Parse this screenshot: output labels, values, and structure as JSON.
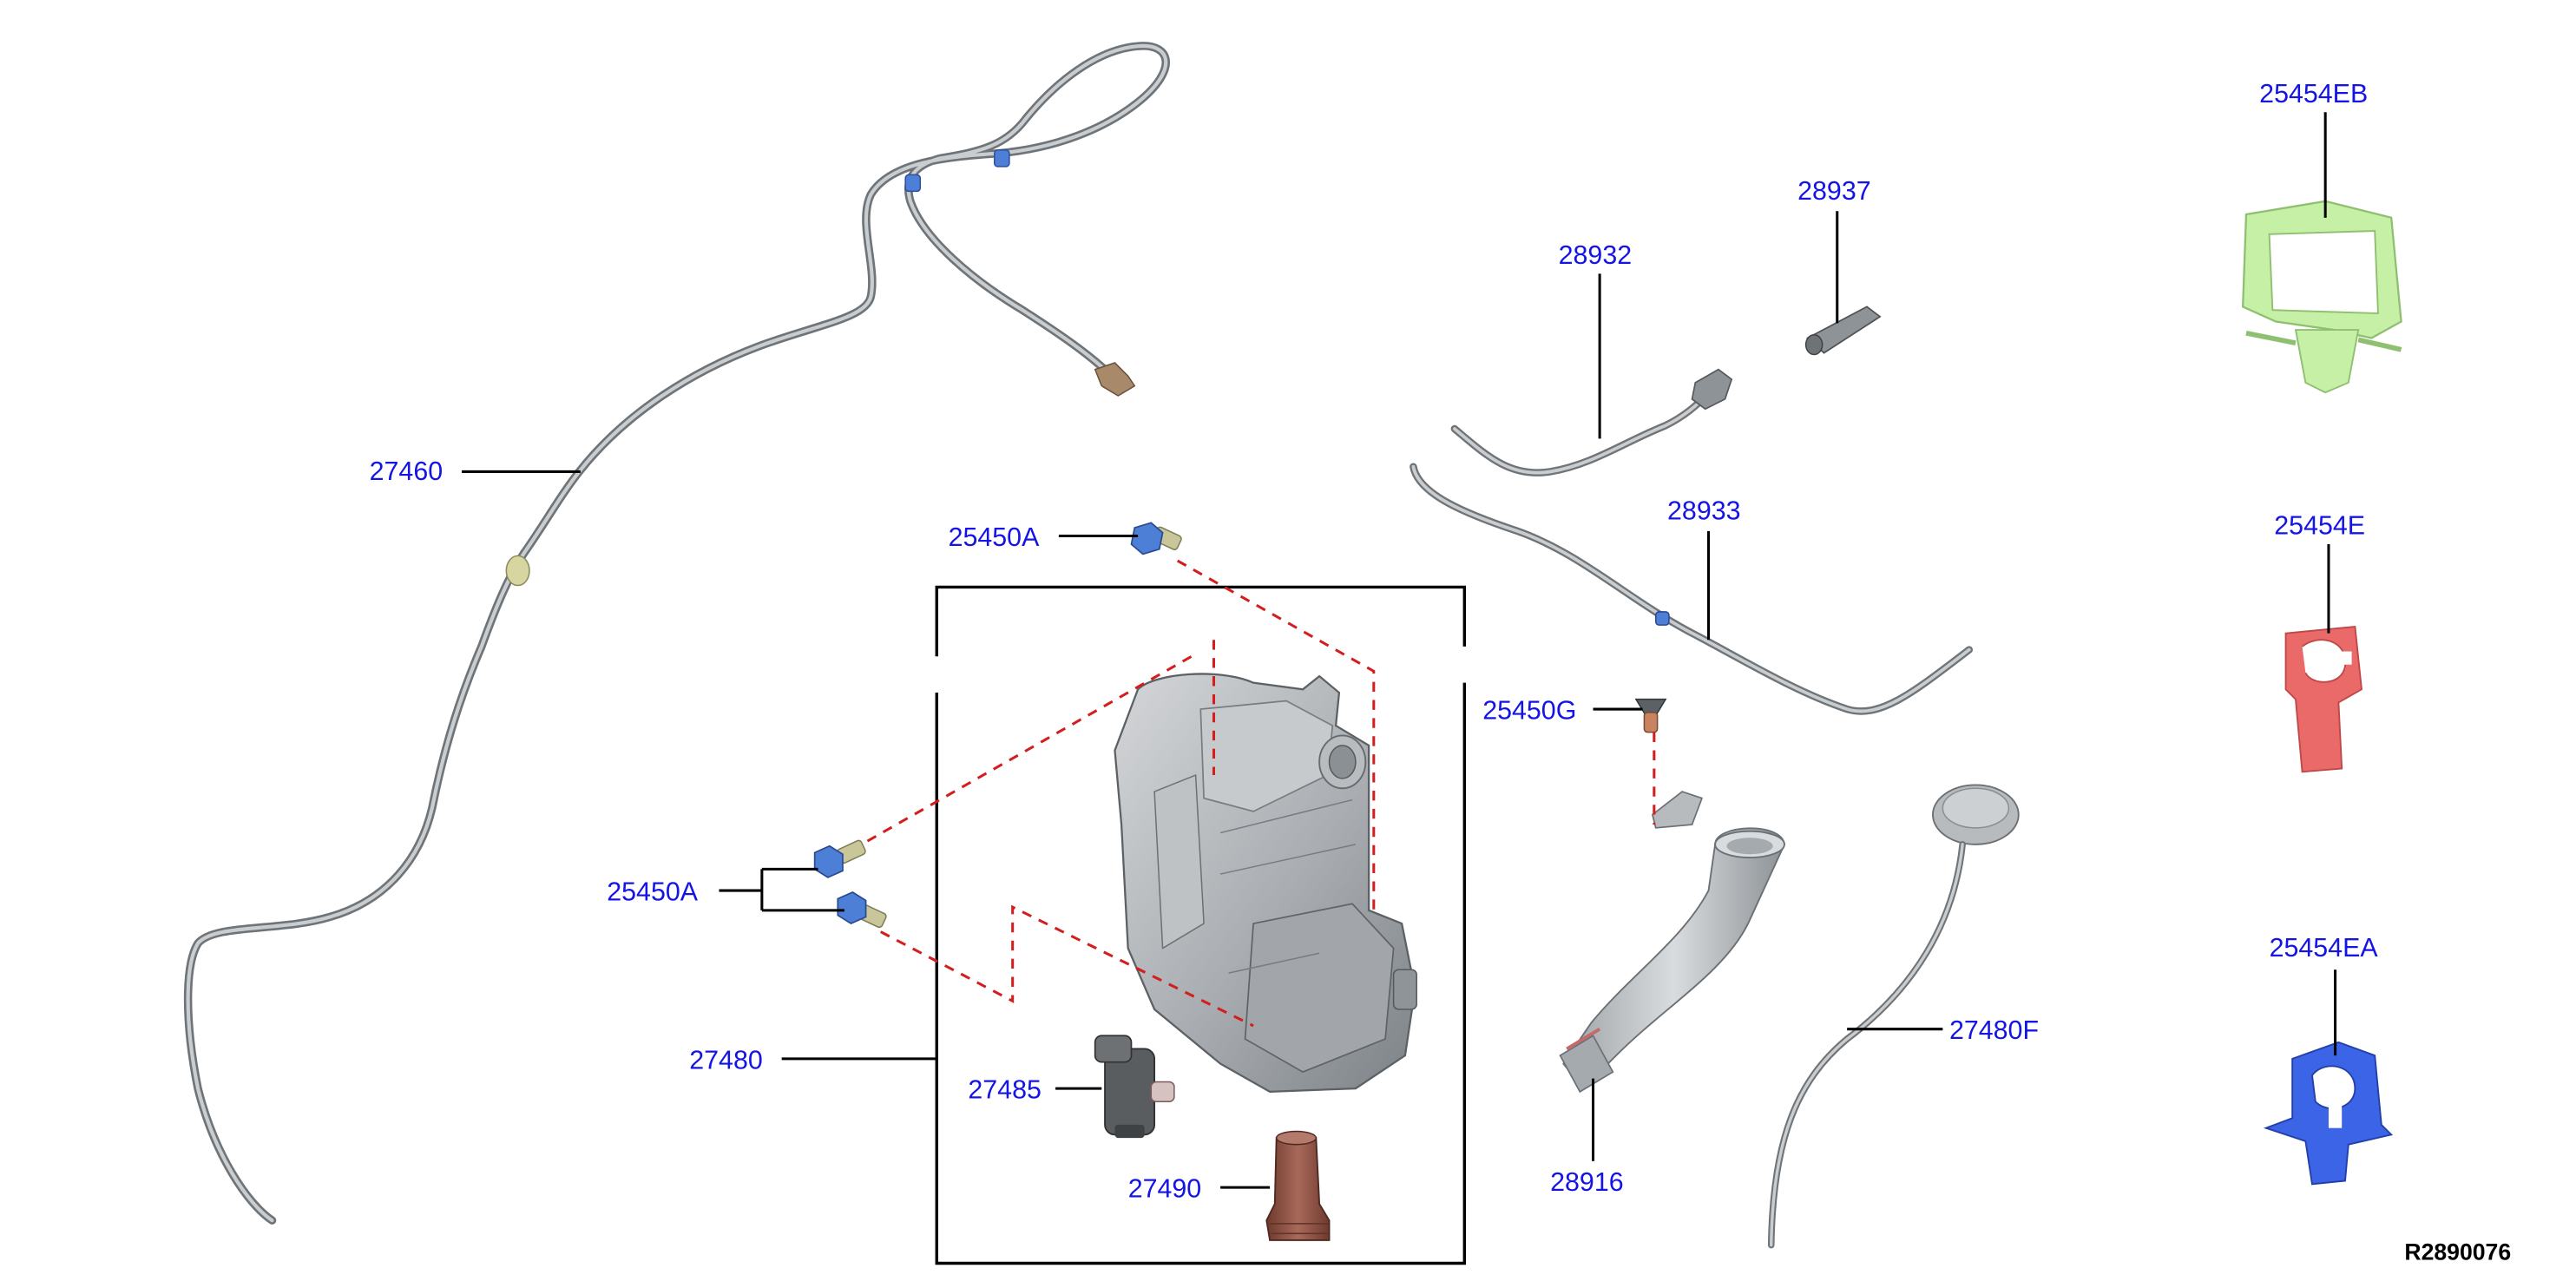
{
  "diagram": {
    "reference": "R2890076",
    "parts": {
      "p27460": "27460",
      "p25450A_top": "25450A",
      "p25450A_left": "25450A",
      "p27480": "27480",
      "p27485": "27485",
      "p27490": "27490",
      "p28932": "28932",
      "p28937": "28937",
      "p28933": "28933",
      "p25450G": "25450G",
      "p28916": "28916",
      "p27480F": "27480F",
      "p25454EB": "25454EB",
      "p25454E": "25454E",
      "p25454EA": "25454EA"
    },
    "colors": {
      "label": "#1414e6",
      "leader": "#000000",
      "dashed_leader": "#d21e1e",
      "hose": "#8f9497",
      "clip_green": "#c6f0a6",
      "clip_red": "#ea6a6a",
      "clip_blue": "#3c64e6",
      "fastener_blue": "#4d7fd6",
      "pump_dark": "#565656",
      "cap_brown": "#9a5848"
    }
  }
}
